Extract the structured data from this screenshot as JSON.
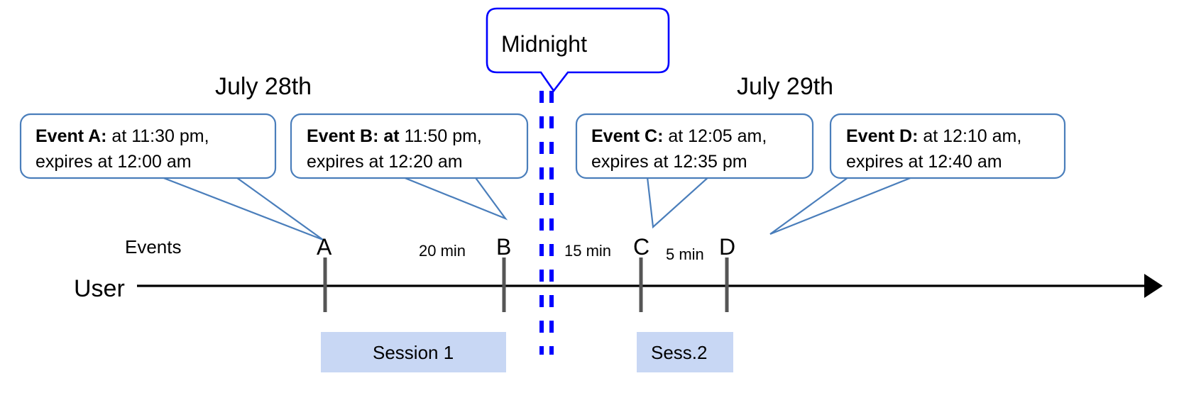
{
  "diagram": {
    "title": "Event expiry across midnight timeline",
    "colors": {
      "callout_border": "#4a7ebb",
      "midnight_blue": "#0000ff",
      "session_fill": "#c8d7f4",
      "axis_black": "#000000",
      "tick_gray": "#555555"
    },
    "midnight_callout": {
      "label": "Midnight"
    },
    "day_labels": [
      {
        "name": "day-label-left",
        "text": "July 28th"
      },
      {
        "name": "day-label-right",
        "text": "July 29th"
      }
    ],
    "row_labels": {
      "events": "Events",
      "user": "User"
    },
    "callouts": [
      {
        "id": "event-a",
        "bold": "Event A:",
        "rest_line1": " at 11:30 pm,",
        "line2": "expires at 12:00 am"
      },
      {
        "id": "event-b",
        "bold": "Event B: at",
        "rest_line1": " 11:50 pm,",
        "line2": "expires at 12:20 am"
      },
      {
        "id": "event-c",
        "bold": "Event C:",
        "rest_line1": " at 12:05 am,",
        "line2": "expires at 12:35 pm"
      },
      {
        "id": "event-d",
        "bold": "Event D:",
        "rest_line1": "  at 12:10 am,",
        "line2": "expires at 12:40 am"
      }
    ],
    "event_markers": [
      {
        "id": "marker-a",
        "letter": "A"
      },
      {
        "id": "marker-b",
        "letter": "B"
      },
      {
        "id": "marker-c",
        "letter": "C"
      },
      {
        "id": "marker-d",
        "letter": "D"
      }
    ],
    "gap_labels": [
      {
        "id": "gap-a-b",
        "text": "20 min"
      },
      {
        "id": "gap-b-c",
        "text": "15 min"
      },
      {
        "id": "gap-c-d",
        "text": "5 min"
      }
    ],
    "sessions": [
      {
        "id": "session-1",
        "label": "Session 1"
      },
      {
        "id": "session-2",
        "label": "Sess.2"
      }
    ]
  }
}
